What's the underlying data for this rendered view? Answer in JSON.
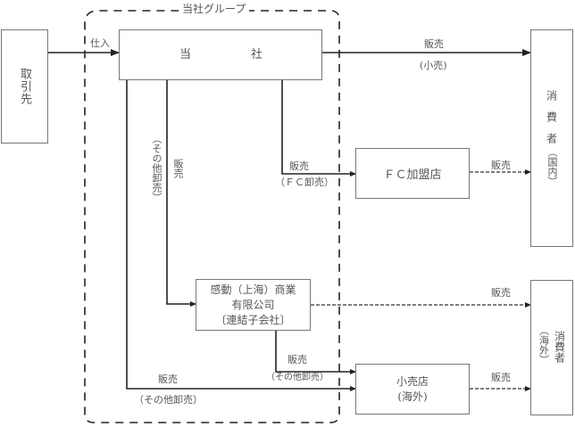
{
  "group": {
    "title": "当社グループ"
  },
  "nodes": {
    "supplier": "取引先",
    "company": {
      "left": "当",
      "right": "社"
    },
    "fc_store": "ＦＣ加盟店",
    "subsidiary": {
      "line1": "感動（上海）商業",
      "line2": "有限公司",
      "line3": "〔連結子会社〕"
    },
    "retail_overseas": {
      "line1": "小売店",
      "line2": "(海外)"
    },
    "consumer_domestic": {
      "main": "消費者",
      "sub": "（国内）"
    },
    "consumer_overseas": {
      "main": "消費者",
      "sub": "（海外）"
    }
  },
  "edges": {
    "purchase": "仕入",
    "retail_sale": {
      "line1": "販売",
      "line2": "(小売)"
    },
    "fc_sale": {
      "line1": "販売",
      "line2": "（ＦＣ卸売）"
    },
    "fc_to_consumer": "販売",
    "other_wholesale_vertical": {
      "paren": "（その他卸売）",
      "label": "販売"
    },
    "subsidiary_to_consumer": "販売",
    "subsidiary_to_retail": {
      "line1": "販売",
      "line2": "（その他卸売）"
    },
    "company_to_retail": {
      "line1": "販売",
      "line2": "（その他卸売）"
    },
    "retail_to_consumer": "販売"
  },
  "colors": {
    "line": "#333333",
    "text": "#555555",
    "border": "#777777"
  }
}
